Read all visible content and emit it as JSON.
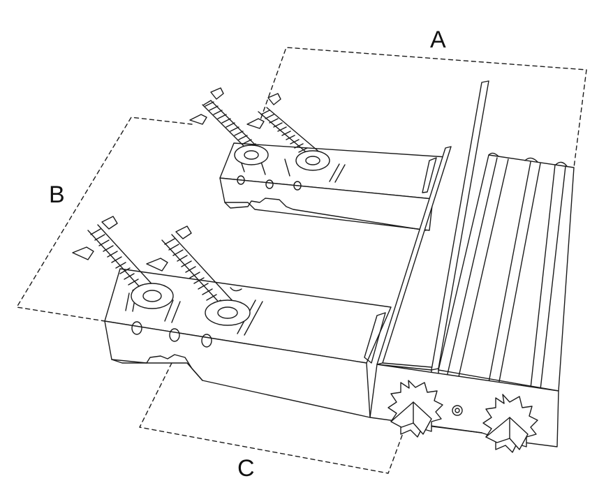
{
  "labels": {
    "a": "A",
    "b": "B",
    "c": "C"
  },
  "colors": {
    "line": "#1a1a1a",
    "fill": "#ffffff",
    "shade": "#f2f2f2"
  }
}
